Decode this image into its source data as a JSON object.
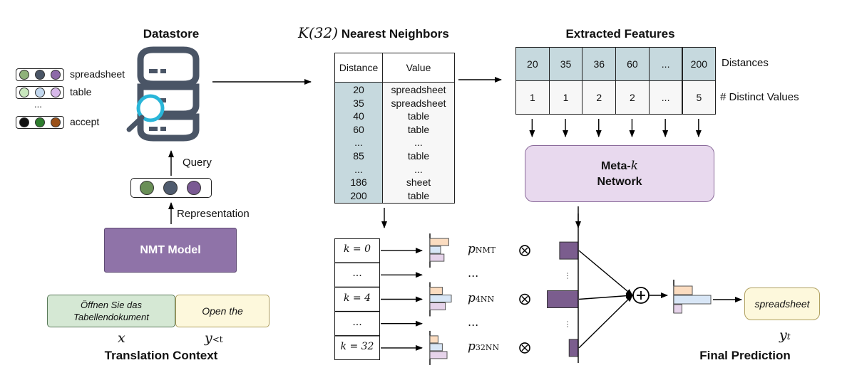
{
  "datastore": {
    "title": "Datastore",
    "entries": [
      {
        "label": "spreadsheet",
        "colors": [
          "#8fb27a",
          "#4a5566",
          "#8d6aa8"
        ]
      },
      {
        "label": "table",
        "colors": [
          "#c9e8be",
          "#c3d8ef",
          "#d7b8ea"
        ]
      },
      {
        "label": "...",
        "colors": []
      },
      {
        "label": "accept",
        "colors": [
          "#111111",
          "#2e7d2e",
          "#9a5018"
        ]
      }
    ]
  },
  "query_label": "Query",
  "representation_label": "Representation",
  "representation_colors": [
    "#6a8f57",
    "#4f5b6e",
    "#7a5a93"
  ],
  "nmt_model": {
    "label": "NMT Model",
    "color": "#8f73a8"
  },
  "translation_context": {
    "title": "Translation Context",
    "source_text": "Öffnen Sie das Tabellendokument",
    "target_text": "Open the",
    "source_symbol": "x",
    "target_symbol": "y",
    "target_subscript": "<t",
    "source_color": "#d5e8d4",
    "target_color": "#fdf8dc"
  },
  "knn": {
    "title_math": "K(32)",
    "title_text": " Nearest Neighbors",
    "columns": [
      "Distance",
      "Value"
    ],
    "distances": [
      "20",
      "35",
      "40",
      "60",
      "...",
      "85",
      "...",
      "186",
      "200"
    ],
    "values": [
      "spreadsheet",
      "spreadsheet",
      "table",
      "table",
      "...",
      "table",
      "...",
      "sheet",
      "table"
    ],
    "distance_fill": "#c6d9de"
  },
  "features": {
    "title": "Extracted Features",
    "distances": [
      "20",
      "35",
      "36",
      "60",
      "...",
      "200"
    ],
    "distinct_values": [
      "1",
      "1",
      "2",
      "2",
      "...",
      "5"
    ],
    "distances_label": "Distances",
    "distinct_label": "# Distinct Values",
    "distance_fill": "#c6d9de"
  },
  "meta_k": {
    "line1": "Meta-",
    "k": "k",
    "line2": "Network",
    "color": "#e8d9ee"
  },
  "k_values": [
    {
      "label": "k = 0",
      "prob_main": "p",
      "prob_sub": "NMT",
      "weight": 0.45
    },
    {
      "label": "...",
      "prob_main": "...",
      "prob_sub": "",
      "weight": null
    },
    {
      "label": "k = 4",
      "prob_main": "p",
      "prob_sub": "4NN",
      "weight": 0.75
    },
    {
      "label": "...",
      "prob_main": "...",
      "prob_sub": "",
      "weight": null
    },
    {
      "label": "k = 32",
      "prob_main": "p",
      "prob_sub": "32NN",
      "weight": 0.22
    }
  ],
  "distributions": [
    [
      0.88,
      0.5,
      0.66
    ],
    [
      0.58,
      1.0,
      0.72
    ],
    [
      0.38,
      0.58,
      0.8
    ]
  ],
  "final_distribution": [
    0.5,
    1.0,
    0.22
  ],
  "bar_colors": [
    "#fbdcc0",
    "#d8e6f6",
    "#e6d3ea"
  ],
  "weight_color": "#7b5d8e",
  "final_prediction": {
    "title": "Final Prediction",
    "output": "spreadsheet",
    "symbol": "y",
    "subscript": "t",
    "color": "#fdf8dc"
  }
}
